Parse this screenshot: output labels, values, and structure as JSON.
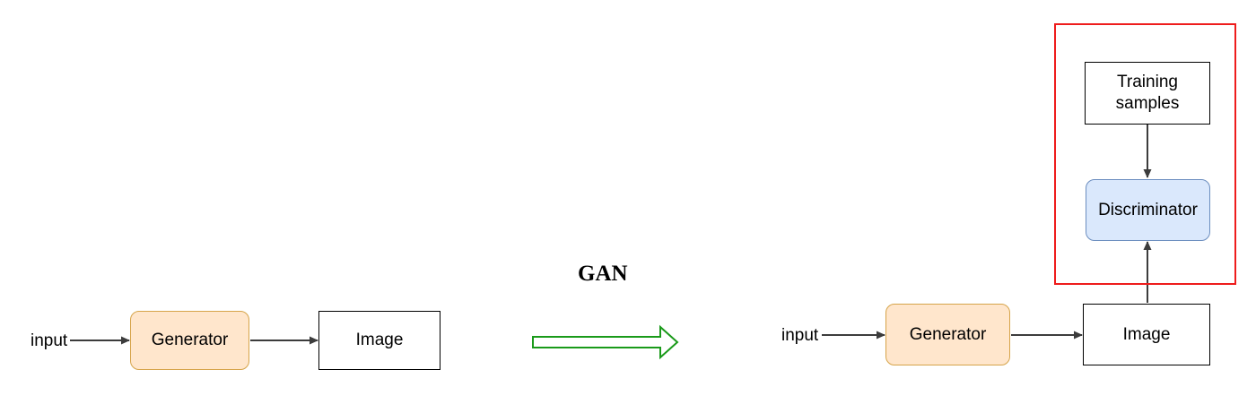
{
  "title": "GAN",
  "left": {
    "input_label": "input",
    "generator_label": "Generator",
    "image_label": "Image"
  },
  "right": {
    "input_label": "input",
    "generator_label": "Generator",
    "image_label": "Image",
    "discriminator_label": "Discriminator",
    "training_label_line1": "Training",
    "training_label_line2": "samples"
  },
  "colors": {
    "generator_fill": "#ffe6cc",
    "generator_stroke": "#d6a44a",
    "discriminator_fill": "#dae8fc",
    "discriminator_stroke": "#6c8ebf",
    "highlight_frame": "#ee1c1c",
    "transition_arrow": "#1a9a1a",
    "connector": "#3c3c3c"
  }
}
